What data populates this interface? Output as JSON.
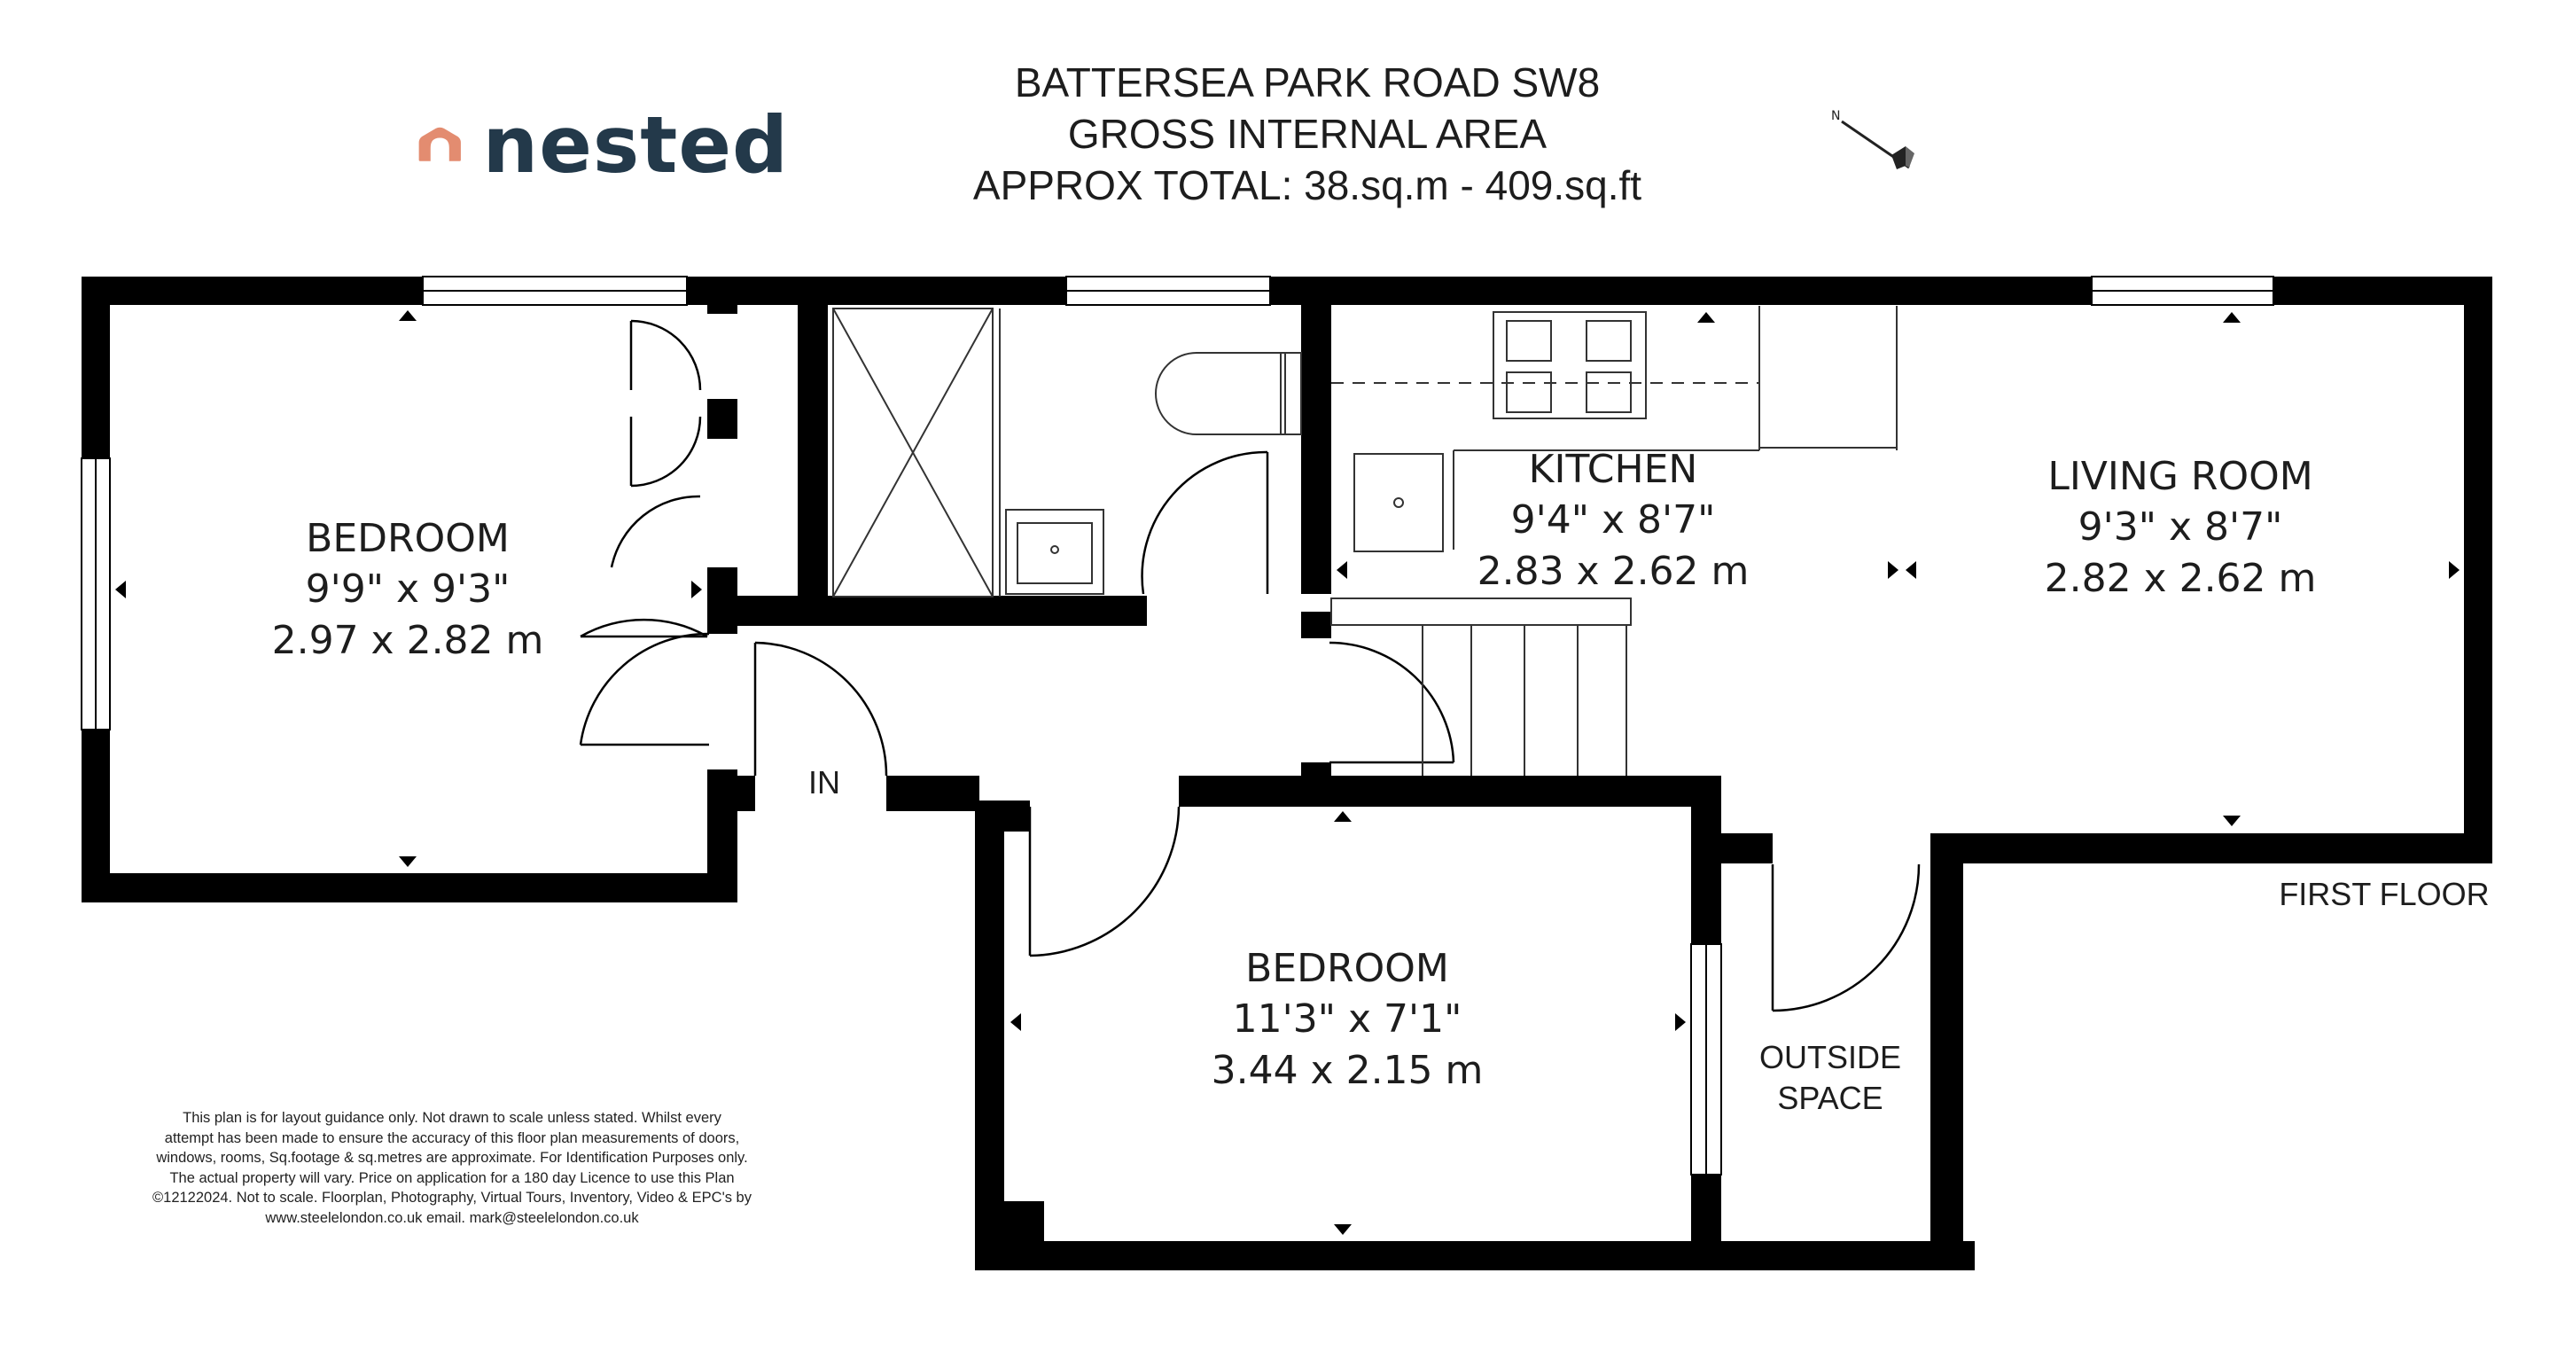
{
  "brand": {
    "name": "nested",
    "logo_color": "#e38c70",
    "text_color": "#23394a"
  },
  "header": {
    "line1": "BATTERSEA PARK ROAD SW8",
    "line2": "GROSS INTERNAL AREA",
    "line3": "APPROX TOTAL: 38.sq.m - 409.sq.ft"
  },
  "compass": {
    "label": "N",
    "icon": "compass-icon"
  },
  "rooms": {
    "bedroom1": {
      "name": "BEDROOM",
      "imperial": "9'9\" x 9'3\"",
      "metric": "2.97 x 2.82 m"
    },
    "kitchen": {
      "name": "KITCHEN",
      "imperial": "9'4\" x 8'7\"",
      "metric": "2.83 x 2.62 m"
    },
    "living": {
      "name": "LIVING ROOM",
      "imperial": "9'3\" x 8'7\"",
      "metric": "2.82 x 2.62 m"
    },
    "bedroom2": {
      "name": "BEDROOM",
      "imperial": "11'3\" x 7'1\"",
      "metric": "3.44 x 2.15 m"
    }
  },
  "labels": {
    "entrance": "IN",
    "outside_line1": "OUTSIDE",
    "outside_line2": "SPACE",
    "floor": "FIRST FLOOR"
  },
  "disclaimer": [
    "This plan is for layout guidance only. Not drawn to scale unless stated. Whilst every",
    "attempt has been made to ensure the accuracy of this floor plan measurements of doors,",
    "windows, rooms, Sq.footage & sq.metres are approximate. For Identification Purposes only.",
    "The actual property will vary. Price on application for a 180 day Licence to use this Plan",
    "©12122024. Not to scale. Floorplan, Photography, Virtual Tours, Inventory, Video & EPC's by",
    "www.steelelondon.co.uk  email. mark@steelelondon.co.uk"
  ],
  "colors": {
    "wall": "#000000",
    "fixture": "#444444",
    "background": "#ffffff"
  }
}
